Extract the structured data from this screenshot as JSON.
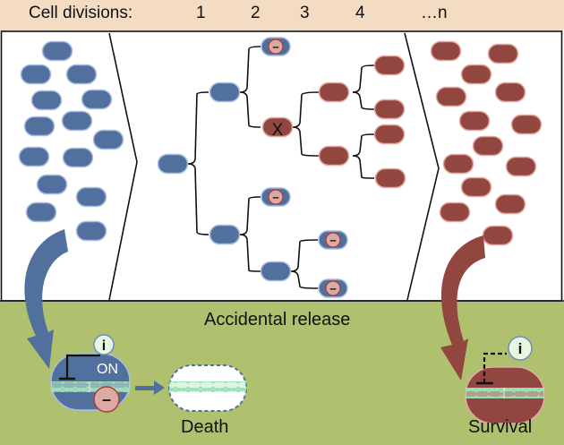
{
  "header": {
    "label": "Cell divisions:",
    "generations": [
      "1",
      "2",
      "3",
      "4",
      "…n"
    ]
  },
  "colors": {
    "header_bg": "#f4dcc2",
    "environment_bg": "#afc16e",
    "engineered_cell": "#52709e",
    "engineered_cell_outline": "#a9bde0",
    "escaped_cell": "#91463f",
    "escaped_cell_outline": "#e3a9a3",
    "toxin_fill": "#dea8a3",
    "toxin_outline": "#a3403a",
    "inducer_fill": "#e8f7df",
    "inducer_outline": "#6b8fc1",
    "dna": "#9de2b2"
  },
  "tree": {
    "mutation_marker": "X",
    "toxin_symbol": "–"
  },
  "environment": {
    "title": "Accidental release",
    "death_panel": {
      "inducer_label": "i",
      "state_label": "ON",
      "toxin_symbol": "–",
      "outcome_label": "Death"
    },
    "survival_panel": {
      "inducer_label": "i",
      "outcome_label": "Survival"
    }
  }
}
